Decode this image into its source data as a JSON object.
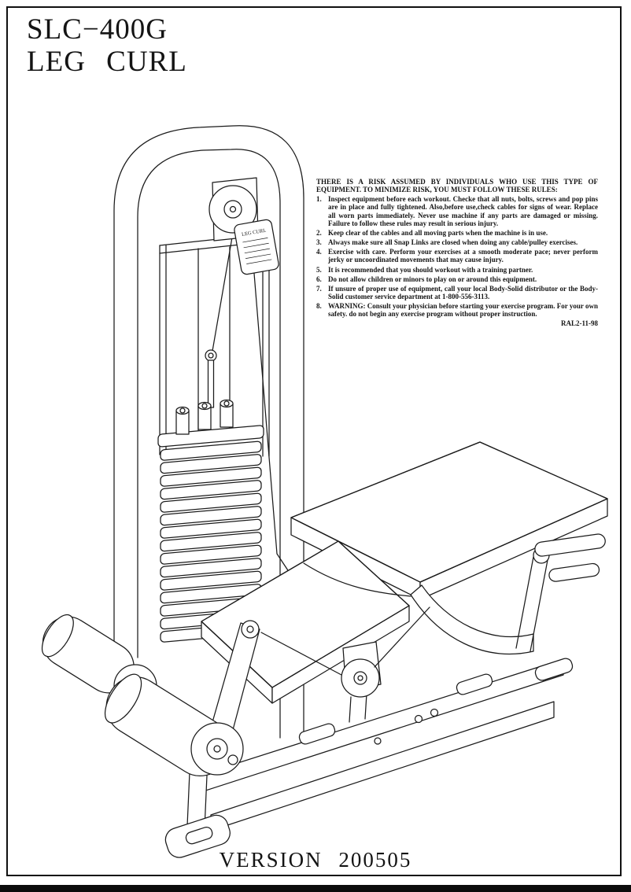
{
  "page": {
    "title_line1": "SLC−400G",
    "title_line2": "LEG CURL",
    "version": "VERSION 200505"
  },
  "warning": {
    "header": "THERE IS A RISK ASSUMED BY INDIVIDUALS WHO USE THIS TYPE OF EQUIPMENT. TO MINIMIZE RISK, YOU MUST FOLLOW THESE RULES:",
    "rules": [
      {
        "num": "1.",
        "text": "Inspect equipment before each workout. Checke that all nuts, bolts, screws and pop pins are in place and fully tightened. Also,before use,check cables for signs of wear. Replace all worn parts immediately. Never use machine if any parts are damaged or missing. Failure to follow these rules may result in serious injury."
      },
      {
        "num": "2.",
        "text": "Keep clear of the cables and all moving parts when the machine is in use."
      },
      {
        "num": "3.",
        "text": "Always make sure all Snap Links are closed when doing any cable/pulley exercises."
      },
      {
        "num": "4.",
        "text": "Exercise with care. Perform your exercises at a smooth moderate pace; never perform jerky or uncoordinated movements that may cause injury."
      },
      {
        "num": "5.",
        "text": "It is recommended that you should workout with a training partner."
      },
      {
        "num": "6.",
        "text": "Do not allow children or minors to play on or around this equipment."
      },
      {
        "num": "7.",
        "text": "If unsure of proper use of equipment, call your local Body-Solid distributor or the Body-Solid customer service department at 1-800-556-3113."
      },
      {
        "num": "8.",
        "text": "WARNING: Consult your physician before starting your exercise program. For your own safety. do not begin any exercise program without proper instruction."
      }
    ],
    "code": "RAL2-11-98"
  },
  "machine": {
    "placard": "LEG CURL"
  }
}
